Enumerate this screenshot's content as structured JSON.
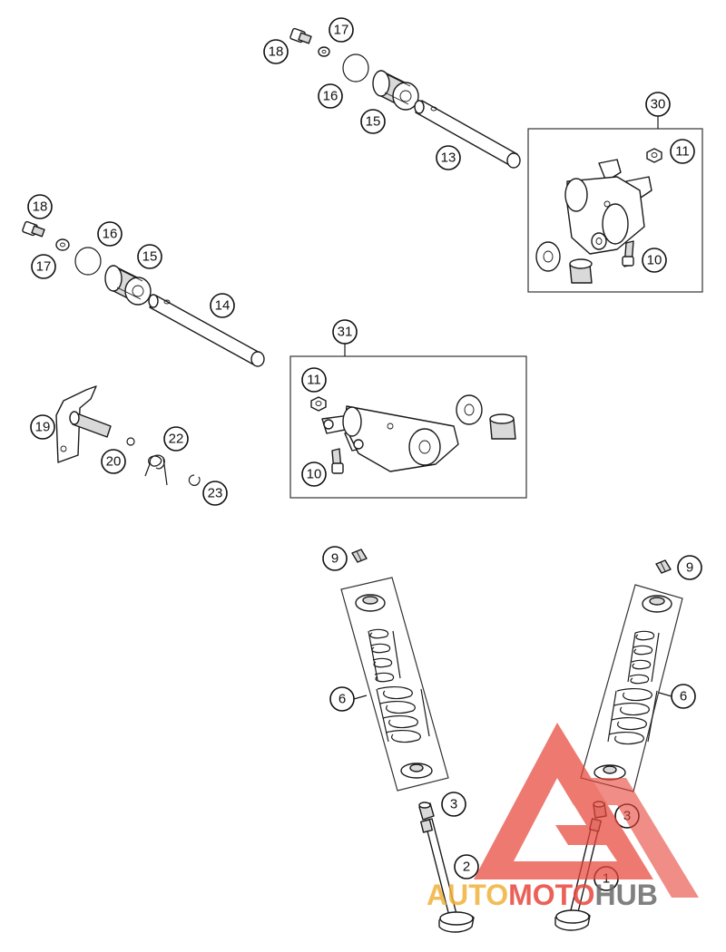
{
  "callouts": {
    "c1": "1",
    "c2": "2",
    "c3a": "3",
    "c3b": "3",
    "c6a": "6",
    "c6b": "6",
    "c9a": "9",
    "c9b": "9",
    "c10a": "10",
    "c10b": "10",
    "c11a": "11",
    "c11b": "11",
    "c13": "13",
    "c14": "14",
    "c15a": "15",
    "c15b": "15",
    "c16a": "16",
    "c16b": "16",
    "c17a": "17",
    "c17b": "17",
    "c18a": "18",
    "c18b": "18",
    "c19": "19",
    "c20": "20",
    "c22": "22",
    "c23": "23",
    "c30": "30",
    "c31": "31"
  },
  "watermark": {
    "part1": "AUTO",
    "part2": "MOTO",
    "part3": "HUB",
    "colors": {
      "gold": "#f0b23a",
      "red": "#e8463a",
      "gray": "#6b6b6b"
    }
  }
}
